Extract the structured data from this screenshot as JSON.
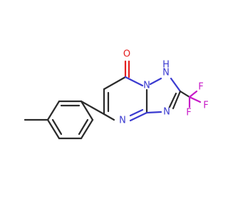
{
  "atoms": {
    "O": "O",
    "N1": "N",
    "H1": "H",
    "N2": "N",
    "N3": "N",
    "F1": "F",
    "F2": "F",
    "F3": "F"
  },
  "colors": {
    "carbon_bond": "#2b2b2b",
    "nitrogen": "#3b3bd0",
    "oxygen": "#e41f1f",
    "fluorine": "#c71ac7"
  }
}
